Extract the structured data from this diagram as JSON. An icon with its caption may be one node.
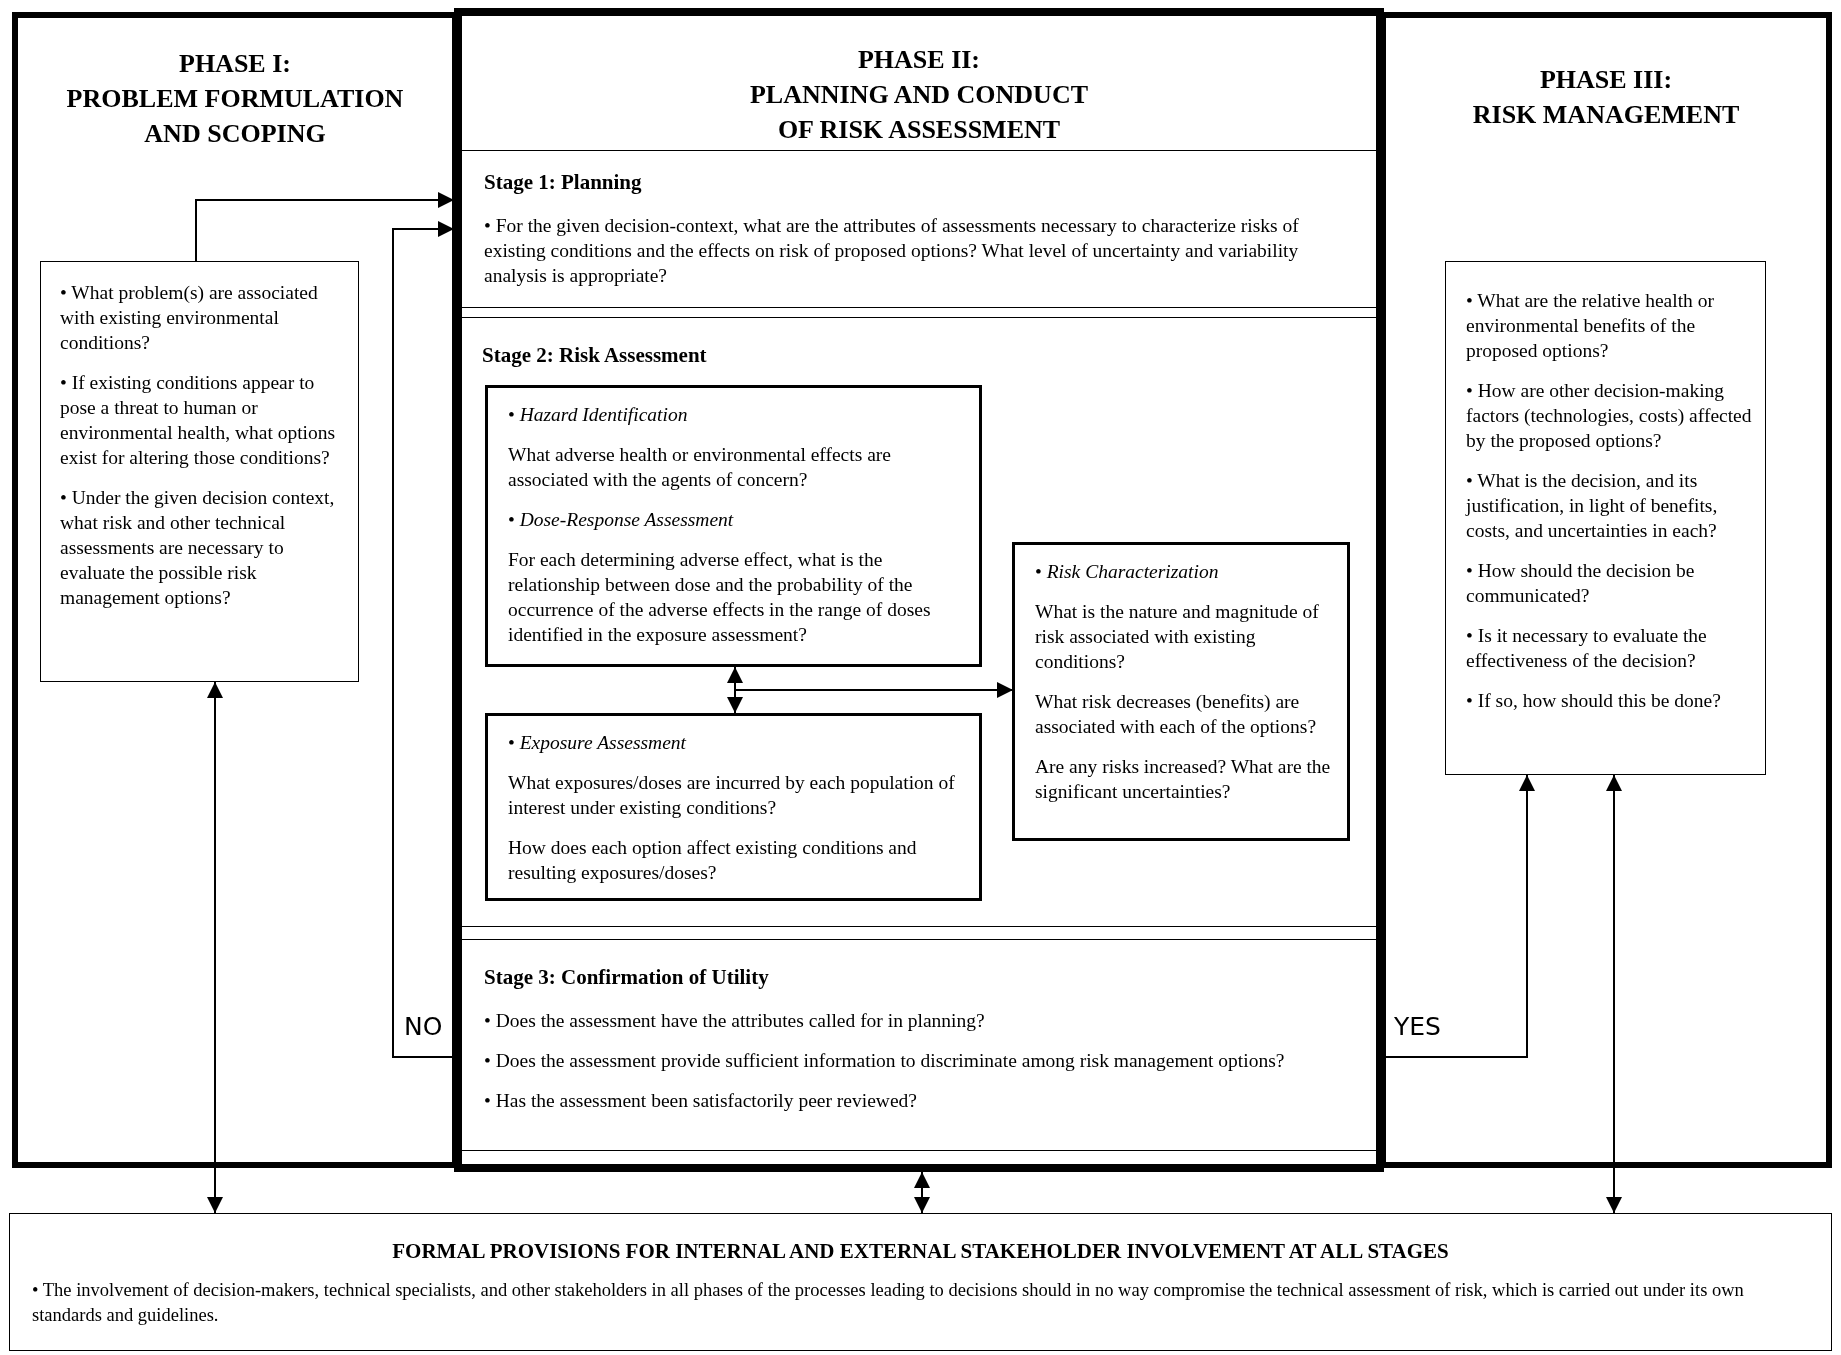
{
  "diagram": {
    "nodes": [
      {
        "text": [
          "PHASE I:",
          "PROBLEM FORMULATION AND SCOPING"
        ]
      },
      {
        "text": [
          "• What problem(s) are associated with existing environmental conditions?",
          "• If existing conditions appear to pose a threat to human or environmental health, what options exist for altering those conditions?",
          "• Under the given decision context, what risk and other technical assessments are necessary to evaluate the possible risk management options?"
        ],
        "in": 0
      },
      {
        "text": [
          "PHASE II:",
          "PLANNING AND CONDUCT OF RISK ASSESSMENT"
        ]
      },
      {
        "text": [
          "Stage 1: Planning",
          "• For the given decision-context, what are the attributes of assessments necessary to characterize risks of existing conditions and the effects on risk of proposed options? What level of uncertainty and variability analysis is appropriate?"
        ],
        "in": 2
      },
      {
        "text": [
          "Stage 2: Risk Assessment"
        ],
        "in": 2
      },
      {
        "text": [
          "• *Hazard Identification*",
          "What adverse health or environmental effects are associated with the agents of concern?",
          "• *Dose-Response Assessment*",
          "For each determining adverse effect, what is the relationship between dose and the probability of the occurrence of the adverse effects in the range of doses identified in the exposure assessment?"
        ],
        "in": 4
      },
      {
        "text": [
          "• *Exposure Assessment*",
          "What exposures/doses are incurred by each population of interest under existing conditions?",
          "How does each option affect existing conditions and resulting exposures/doses?"
        ],
        "in": 4
      },
      {
        "text": [
          "• *Risk Characterization*",
          "What is the nature and magnitude of risk associated with existing conditions?",
          "What risk decreases (benefits) are associated with each of the options?",
          "Are any risks increased? What are the significant uncertainties?"
        ],
        "in": 4
      },
      {
        "text": [
          "Stage 3: Confirmation of Utility",
          "• Does the assessment have the attributes called for in planning?",
          "• Does the assessment provide sufficient information to discriminate among risk management options?",
          "• Has the assessment been satisfactorily peer reviewed?"
        ],
        "in": 2
      },
      {
        "text": [
          "PHASE III:",
          "RISK MANAGEMENT"
        ]
      },
      {
        "text": [
          "• What are the relative health or environmental benefits of the proposed options?",
          "• How are other decision-making factors (technologies, costs) affected by the proposed options?",
          "• What is the decision, and its justification, in light of benefits, costs, and uncertainties in each?",
          "• How should the decision be communicated?",
          "• Is it necessary to evaluate the effectiveness of the decision?",
          "• If so, how should this be done?"
        ],
        "in": 9
      },
      {
        "text": [
          "FORMAL PROVISIONS FOR INTERNAL AND EXTERNAL STAKEHOLDER INVOLVEMENT AT ALL STAGES",
          "• The involvement of decision-makers, technical specialists, and other stakeholders in all phases of the processes leading to decisions should in no way compromise the technical assessment of risk, which is carried out under its own standards and guidelines."
        ]
      }
    ],
    "edges": [
      {
        "from": 1,
        "to": 3,
        "arrow": "to"
      },
      {
        "from": 8,
        "to": 3,
        "arrow": "to",
        "label": "NO"
      },
      {
        "from": 8,
        "to": 10,
        "arrow": "to",
        "label": "YES"
      },
      {
        "from": 5,
        "to": 6,
        "arrow": "both"
      },
      {
        "from": null,
        "to": 7,
        "arrow": "to"
      },
      {
        "from": 1,
        "to": 11,
        "arrow": "both"
      },
      {
        "from": 2,
        "to": 11,
        "arrow": "both"
      },
      {
        "from": 10,
        "to": 11,
        "arrow": "both"
      }
    ]
  }
}
